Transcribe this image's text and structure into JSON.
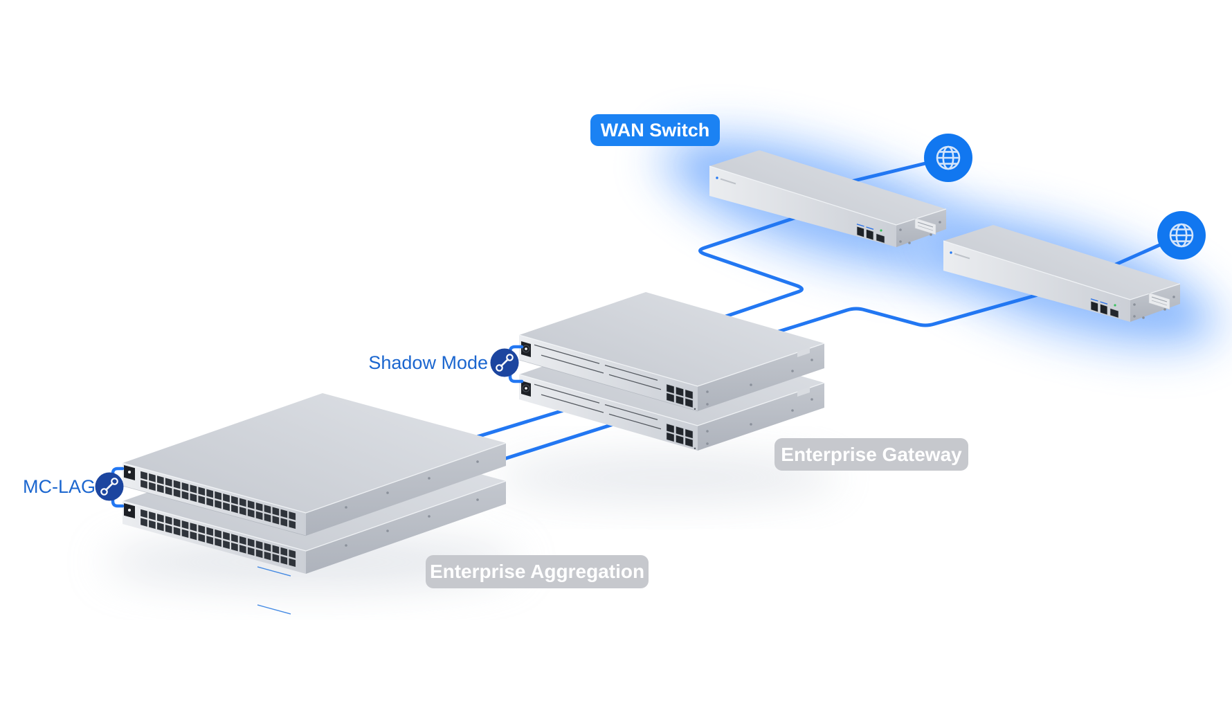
{
  "badges": {
    "wan_switch": "WAN Switch",
    "enterprise_gateway": "Enterprise Gateway",
    "enterprise_aggregation": "Enterprise Aggregation"
  },
  "link_labels": {
    "shadow_mode": "Shadow Mode",
    "mc_lag": "MC-LAG"
  },
  "colors": {
    "accent_blue": "#2277f2",
    "badge_blue": "#1b82f3",
    "label_blue": "#1b66cf",
    "badge_gray": "#c6c8cd",
    "link_circle_blue": "#1c459f",
    "globe_blue": "#1177f0",
    "glow_blue": "#aecfff",
    "device_gray_top": "#d5d9df",
    "device_gray_front": "#dfe2e6"
  },
  "devices": {
    "wan_switches": 2,
    "enterprise_gateways": 2,
    "enterprise_aggregation_switches": 2,
    "internet_globe_icons": 2
  },
  "pairings": [
    {
      "devices": "enterprise-gateways",
      "mode": "Shadow Mode"
    },
    {
      "devices": "enterprise-aggregation-switches",
      "mode": "MC-LAG"
    }
  ],
  "connections": [
    {
      "from": "wan-switch-1",
      "to": "internet-globe-1"
    },
    {
      "from": "wan-switch-2",
      "to": "internet-globe-2"
    },
    {
      "from": "gateway-stack",
      "to": "wan-switch-1"
    },
    {
      "from": "gateway-stack",
      "to": "wan-switch-2"
    },
    {
      "from": "aggregation-stack",
      "to": "gateway-stack"
    },
    {
      "from": "aggregation-stack",
      "to": "gateway-stack"
    }
  ]
}
